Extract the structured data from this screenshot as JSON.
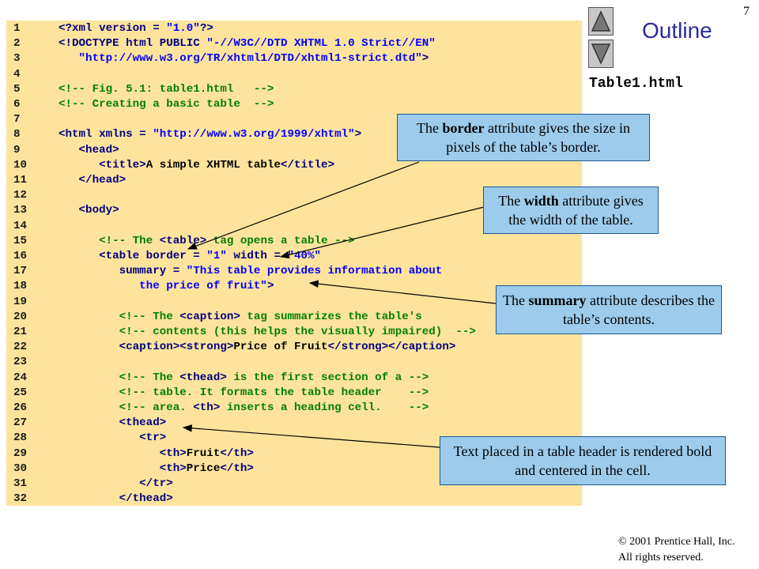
{
  "page_number": "7",
  "outline_title": "Outline",
  "file_name": "Table1.html",
  "nav": {
    "up_icon": "triangle-up-icon",
    "down_icon": "triangle-down-icon"
  },
  "colors": {
    "code_bg": "#fde39c",
    "tag": "#000080",
    "comment": "#008000",
    "string": "#0000ff",
    "callout_bg": "#9ccbec",
    "outline_title": "#2b2b9f"
  },
  "code_lines": [
    {
      "num": "1",
      "segments": [
        {
          "t": "<?xml version = ",
          "c": "tag"
        },
        {
          "t": "\"1.0\"",
          "c": "string"
        },
        {
          "t": "?>",
          "c": "tag"
        }
      ]
    },
    {
      "num": "2",
      "segments": [
        {
          "t": "<!DOCTYPE html PUBLIC ",
          "c": "tag"
        },
        {
          "t": "\"-//W3C//DTD XHTML 1.0 Strict//EN\"",
          "c": "string"
        }
      ]
    },
    {
      "num": "3",
      "segments": [
        {
          "t": "   ",
          "c": "plain"
        },
        {
          "t": "\"http://www.w3.org/TR/xhtml1/DTD/xhtml1-strict.dtd\"",
          "c": "string"
        },
        {
          "t": ">",
          "c": "tag"
        }
      ]
    },
    {
      "num": "4",
      "segments": []
    },
    {
      "num": "5",
      "segments": [
        {
          "t": "<!-- Fig. 5.1: table1.html   -->",
          "c": "comment"
        }
      ]
    },
    {
      "num": "6",
      "segments": [
        {
          "t": "<!-- Creating a basic table  -->",
          "c": "comment"
        }
      ]
    },
    {
      "num": "7",
      "segments": []
    },
    {
      "num": "8",
      "segments": [
        {
          "t": "<html xmlns = ",
          "c": "tag"
        },
        {
          "t": "\"http://www.w3.org/1999/xhtml\"",
          "c": "string"
        },
        {
          "t": ">",
          "c": "tag"
        }
      ]
    },
    {
      "num": "9",
      "segments": [
        {
          "t": "   <head>",
          "c": "tag"
        }
      ]
    },
    {
      "num": "10",
      "segments": [
        {
          "t": "      <title>",
          "c": "tag"
        },
        {
          "t": "A simple XHTML table",
          "c": "plain"
        },
        {
          "t": "</title>",
          "c": "tag"
        }
      ]
    },
    {
      "num": "11",
      "segments": [
        {
          "t": "   </head>",
          "c": "tag"
        }
      ]
    },
    {
      "num": "12",
      "segments": []
    },
    {
      "num": "13",
      "segments": [
        {
          "t": "   <body>",
          "c": "tag"
        }
      ]
    },
    {
      "num": "14",
      "segments": []
    },
    {
      "num": "15",
      "segments": [
        {
          "t": "      <!-- The ",
          "c": "comment"
        },
        {
          "t": "<table>",
          "c": "tag"
        },
        {
          "t": " tag opens a table -->",
          "c": "comment"
        }
      ]
    },
    {
      "num": "16",
      "segments": [
        {
          "t": "      <table border = ",
          "c": "tag"
        },
        {
          "t": "\"1\"",
          "c": "string"
        },
        {
          "t": " width = ",
          "c": "tag"
        },
        {
          "t": "\"40%\"",
          "c": "string"
        }
      ]
    },
    {
      "num": "17",
      "segments": [
        {
          "t": "         summary = ",
          "c": "tag"
        },
        {
          "t": "\"This table provides information about",
          "c": "string"
        }
      ]
    },
    {
      "num": "18",
      "segments": [
        {
          "t": "            ",
          "c": "plain"
        },
        {
          "t": "the price of fruit\"",
          "c": "string"
        },
        {
          "t": ">",
          "c": "tag"
        }
      ]
    },
    {
      "num": "19",
      "segments": []
    },
    {
      "num": "20",
      "segments": [
        {
          "t": "         <!-- The ",
          "c": "comment"
        },
        {
          "t": "<caption>",
          "c": "tag"
        },
        {
          "t": " tag summarizes the table's",
          "c": "comment"
        }
      ]
    },
    {
      "num": "21",
      "segments": [
        {
          "t": "         <!-- contents (this helps the visually impaired)  -->",
          "c": "comment"
        }
      ]
    },
    {
      "num": "22",
      "segments": [
        {
          "t": "         <caption><strong>",
          "c": "tag"
        },
        {
          "t": "Price of Fruit",
          "c": "plain"
        },
        {
          "t": "</strong></caption>",
          "c": "tag"
        }
      ]
    },
    {
      "num": "23",
      "segments": []
    },
    {
      "num": "24",
      "segments": [
        {
          "t": "         <!-- The ",
          "c": "comment"
        },
        {
          "t": "<thead>",
          "c": "tag"
        },
        {
          "t": " is the first section of a -->",
          "c": "comment"
        }
      ]
    },
    {
      "num": "25",
      "segments": [
        {
          "t": "         <!-- table. It formats the table header    -->",
          "c": "comment"
        }
      ]
    },
    {
      "num": "26",
      "segments": [
        {
          "t": "         <!-- area. ",
          "c": "comment"
        },
        {
          "t": "<th>",
          "c": "tag"
        },
        {
          "t": " inserts a heading cell.    -->",
          "c": "comment"
        }
      ]
    },
    {
      "num": "27",
      "segments": [
        {
          "t": "         <thead>",
          "c": "tag"
        }
      ]
    },
    {
      "num": "28",
      "segments": [
        {
          "t": "            <tr>",
          "c": "tag"
        }
      ]
    },
    {
      "num": "29",
      "segments": [
        {
          "t": "               <th>",
          "c": "tag"
        },
        {
          "t": "Fruit",
          "c": "plain"
        },
        {
          "t": "</th>",
          "c": "tag"
        }
      ]
    },
    {
      "num": "30",
      "segments": [
        {
          "t": "               <th>",
          "c": "tag"
        },
        {
          "t": "Price",
          "c": "plain"
        },
        {
          "t": "</th>",
          "c": "tag"
        }
      ]
    },
    {
      "num": "31",
      "segments": [
        {
          "t": "            </tr>",
          "c": "tag"
        }
      ]
    },
    {
      "num": "32",
      "segments": [
        {
          "t": "         </thead>",
          "c": "tag"
        }
      ]
    }
  ],
  "callouts": {
    "border": {
      "pre": "The ",
      "keyword": "border",
      "post": " attribute gives the size in pixels of the table’s border."
    },
    "width": {
      "pre": "The ",
      "keyword": "width",
      "post": " attribute gives the width of the table."
    },
    "summary": {
      "pre": "The ",
      "keyword": "summary",
      "post": " attribute describes the table’s contents."
    },
    "thead": {
      "text": "Text  placed in a table header is rendered bold and centered in the cell."
    }
  },
  "copyright": {
    "line1": "© 2001 Prentice Hall, Inc.",
    "line2": "All rights reserved."
  }
}
